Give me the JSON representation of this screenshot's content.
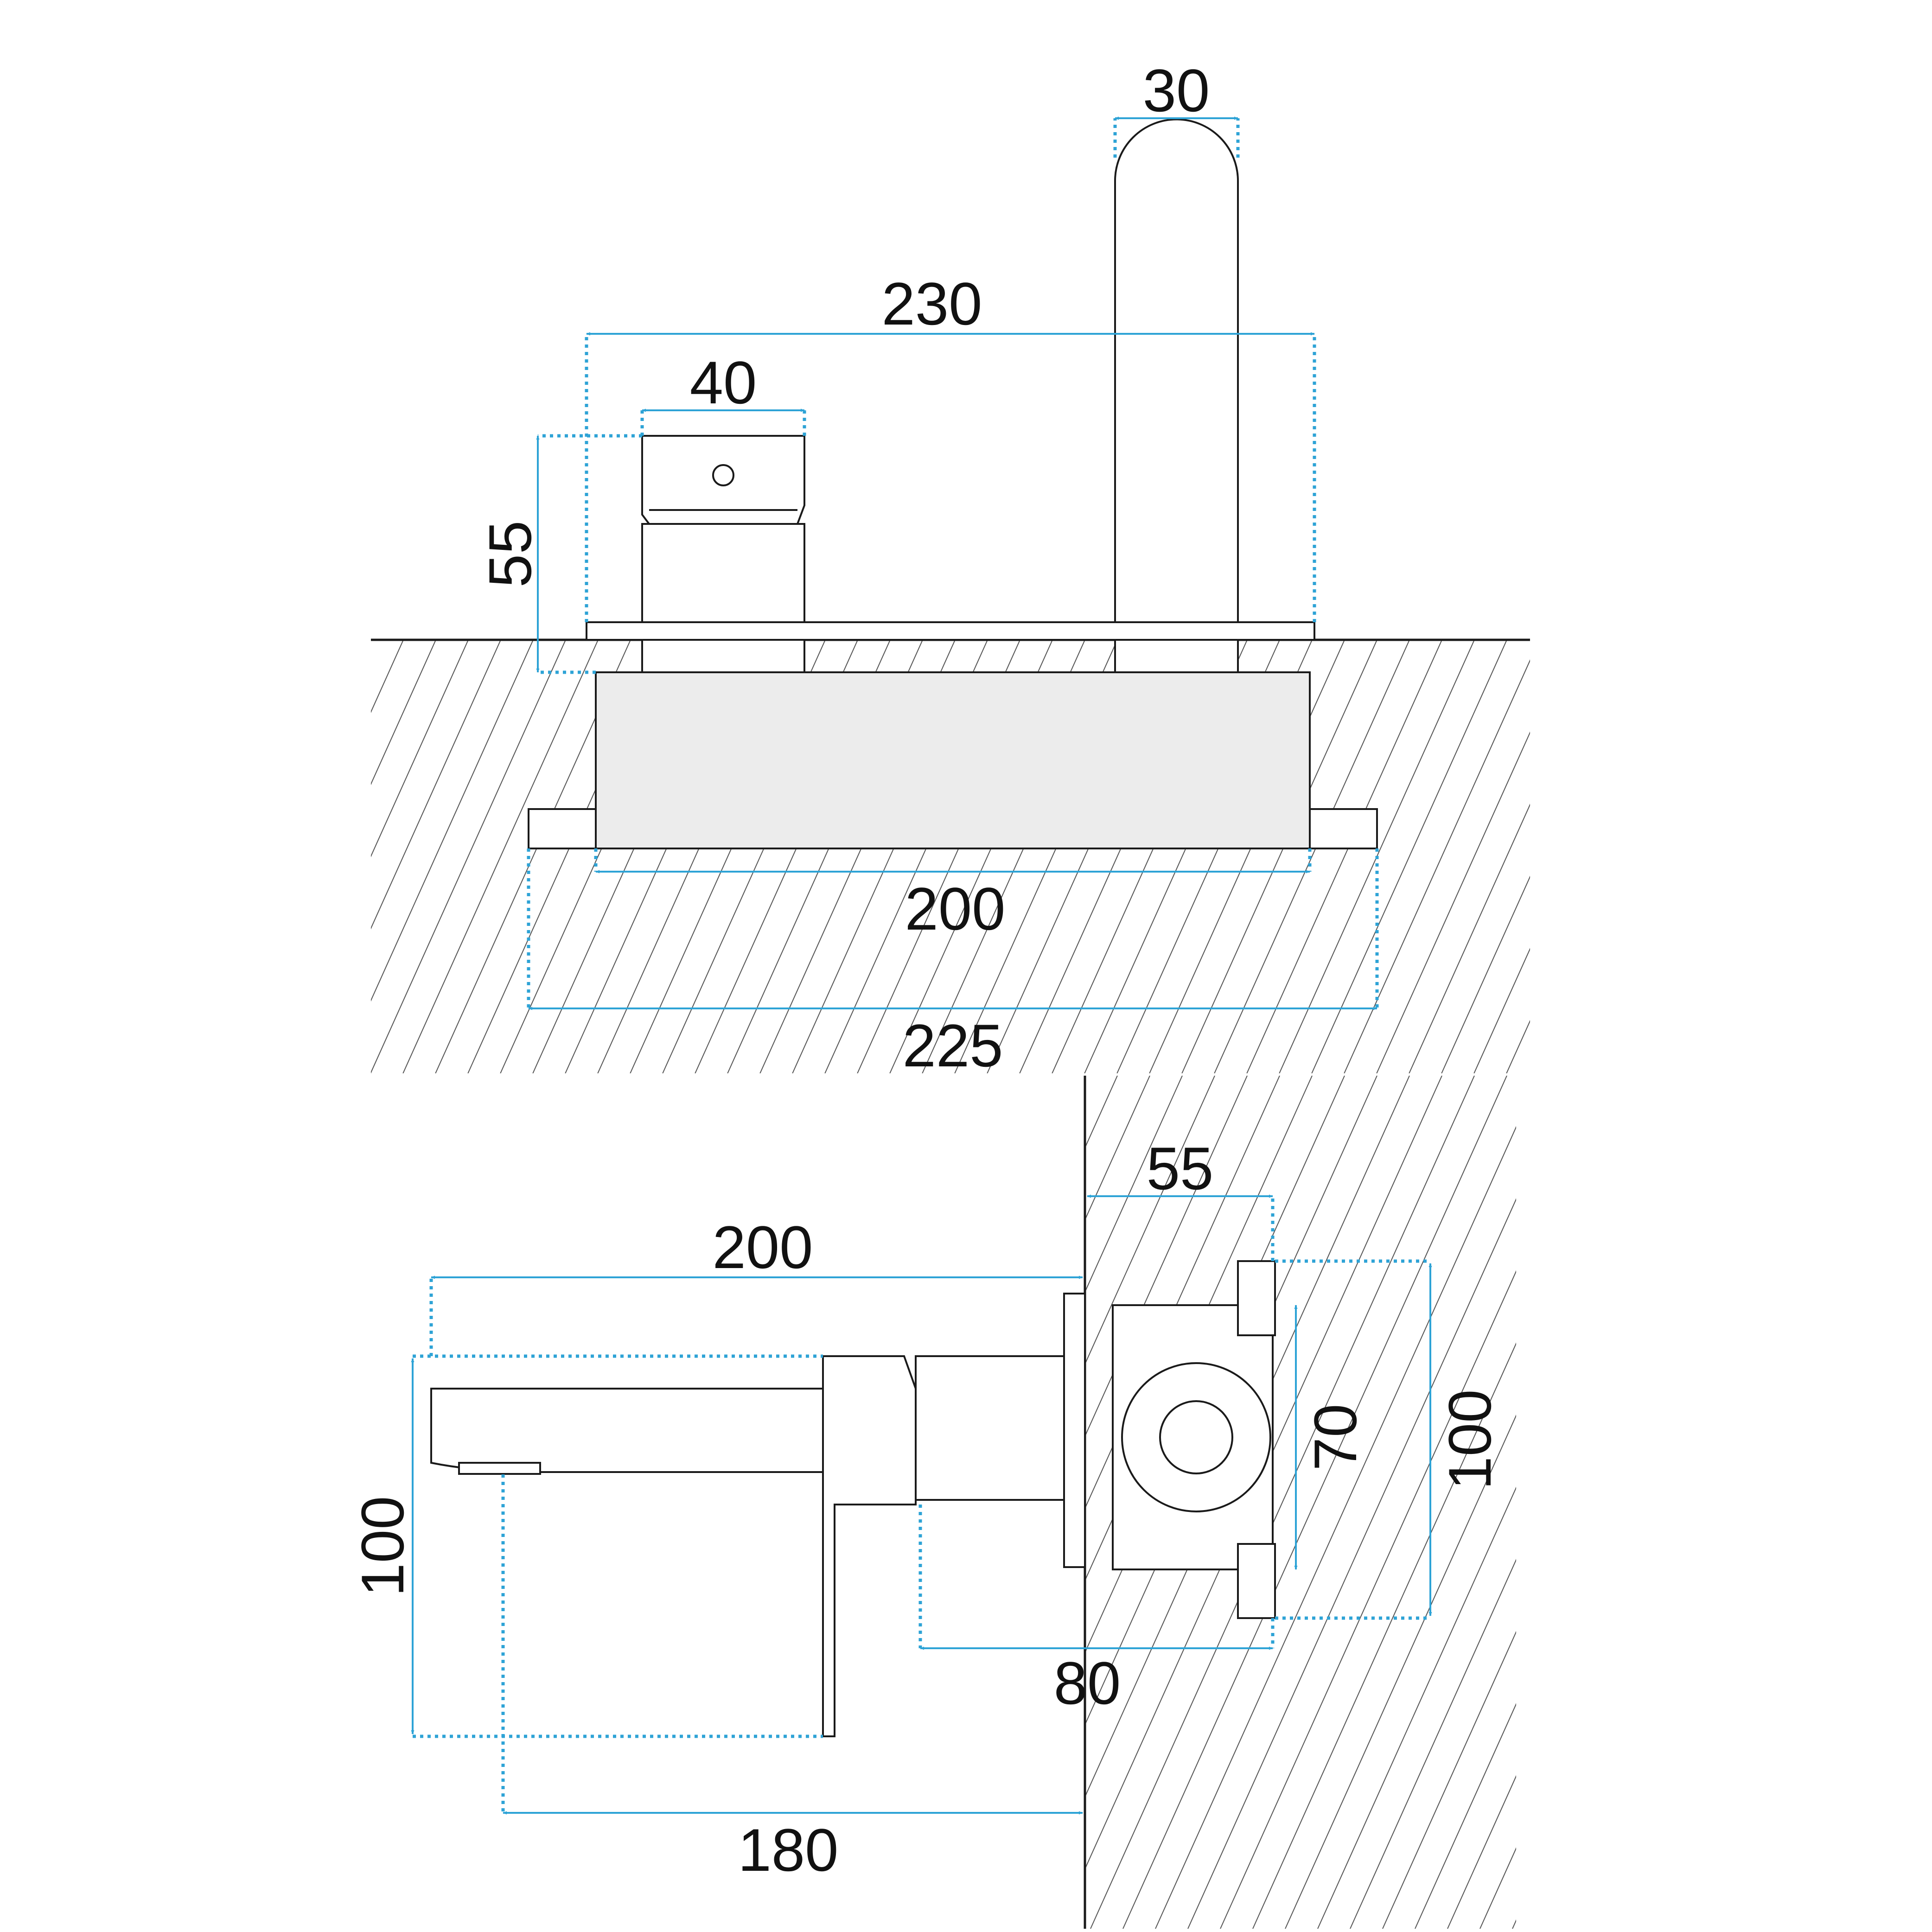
{
  "colors": {
    "dimension": "#2ea3d6",
    "outline": "#1a1a1a",
    "body_fill": "#ececec",
    "hatch": "#555555"
  },
  "top_view": {
    "spout_width": "30",
    "total_width": "230",
    "handle_width": "40",
    "handle_height": "55",
    "box_width": "200",
    "plate_width": "225"
  },
  "side_view": {
    "spout_length": "200",
    "box_depth": "55",
    "height": "100",
    "box_height": "70",
    "plate_height": "100",
    "box_length": "80",
    "outlet_distance": "180"
  }
}
